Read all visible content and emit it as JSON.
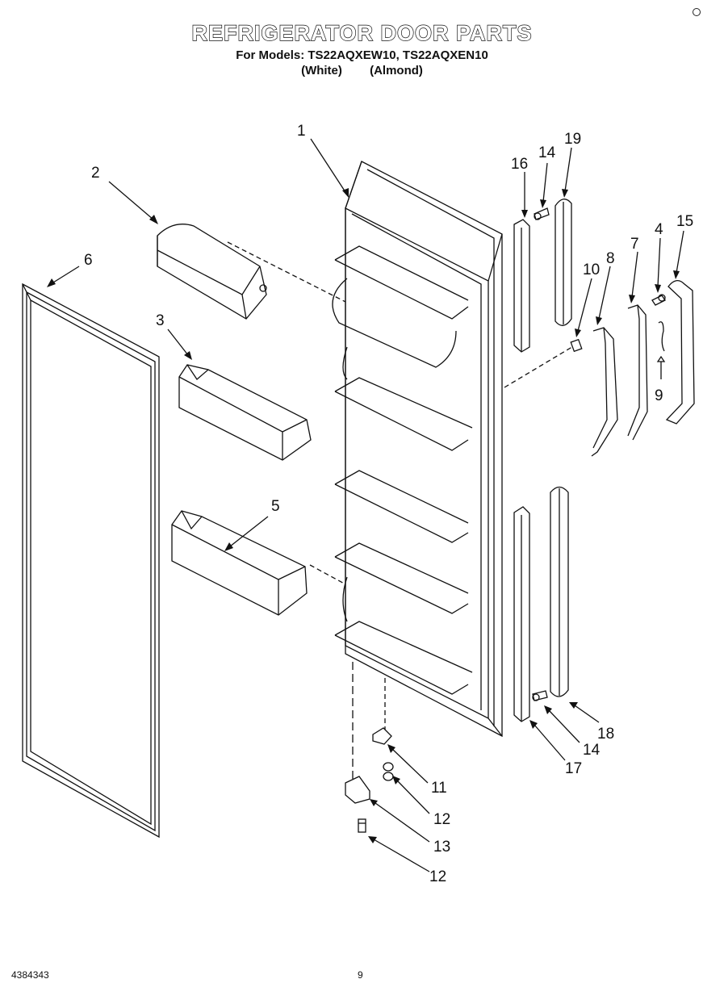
{
  "header": {
    "title": "REFRIGERATOR DOOR PARTS",
    "models_prefix": "For Models:",
    "models": "TS22AQXEW10, TS22AQXEN10",
    "color_white": "(White)",
    "color_almond": "(Almond)"
  },
  "callouts": [
    "1",
    "2",
    "3",
    "4",
    "5",
    "6",
    "7",
    "8",
    "9",
    "10",
    "11",
    "12",
    "13",
    "14",
    "15",
    "16",
    "17",
    "18",
    "19"
  ],
  "callout_labels": {
    "c1": "1",
    "c2": "2",
    "c3": "3",
    "c4": "4",
    "c5": "5",
    "c6": "6",
    "c7": "7",
    "c8": "8",
    "c9": "9",
    "c10": "10",
    "c11": "11",
    "c12a": "12",
    "c12b": "12",
    "c13": "13",
    "c14a": "14",
    "c14b": "14",
    "c15": "15",
    "c16": "16",
    "c17": "17",
    "c18": "18",
    "c19": "19"
  },
  "footer": {
    "doc_number": "4384343",
    "page_number": "9"
  },
  "colors": {
    "line": "#111111",
    "background": "#ffffff"
  }
}
